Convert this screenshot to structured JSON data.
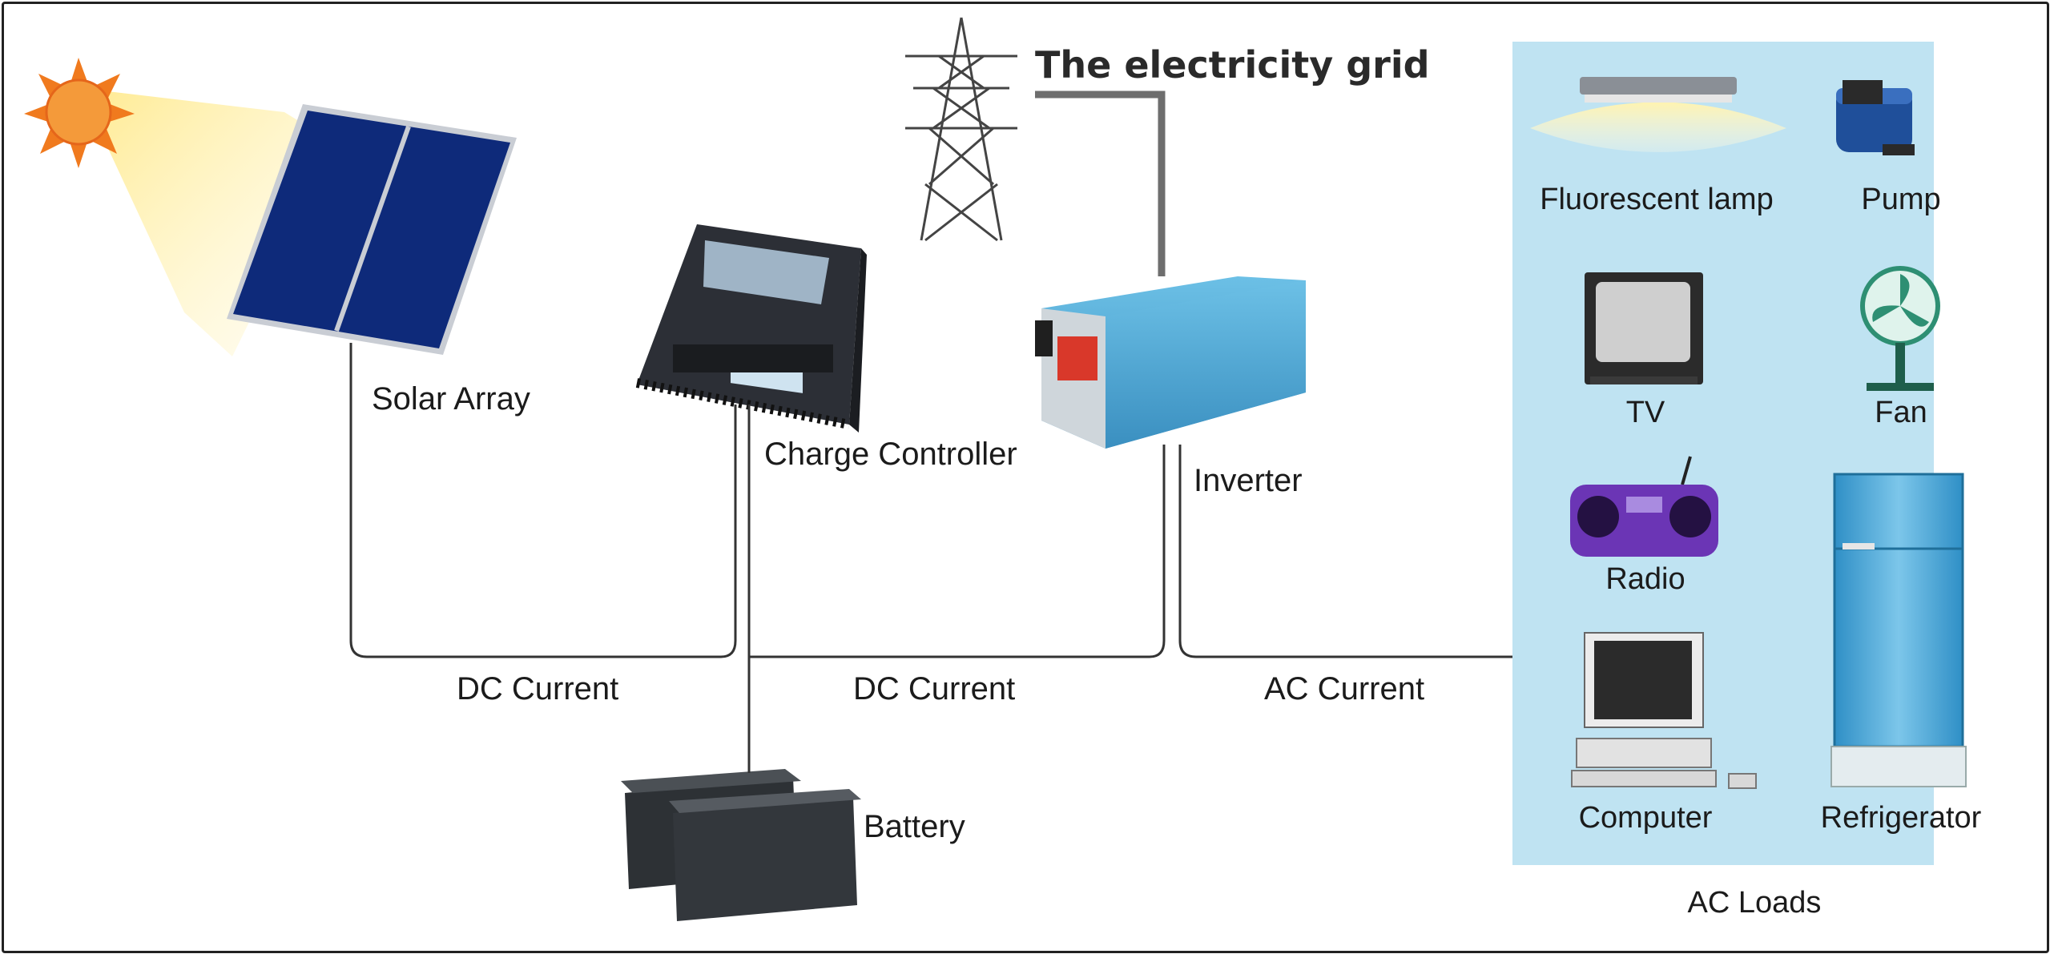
{
  "grid": {
    "label": "The electricity grid"
  },
  "components": {
    "solar_array": "Solar Array",
    "charge_controller": "Charge Controller",
    "inverter": "Inverter",
    "battery": "Battery"
  },
  "currents": {
    "dc_1": "DC Current",
    "dc_2": "DC Current",
    "ac": "AC Current"
  },
  "ac_loads": {
    "title": "AC Loads",
    "items": [
      "Fluorescent lamp",
      "Pump",
      "TV",
      "Fan",
      "Radio",
      "Refrigerator",
      "Computer"
    ]
  },
  "colors": {
    "sun": "#f07a1e",
    "panel": "#0e2a7a",
    "loads_panel": "#bfe3f2",
    "inverter_body": "#4da8d6",
    "controller_body": "#2c2f36",
    "battery_body": "#33373c",
    "wire": "#333333"
  }
}
